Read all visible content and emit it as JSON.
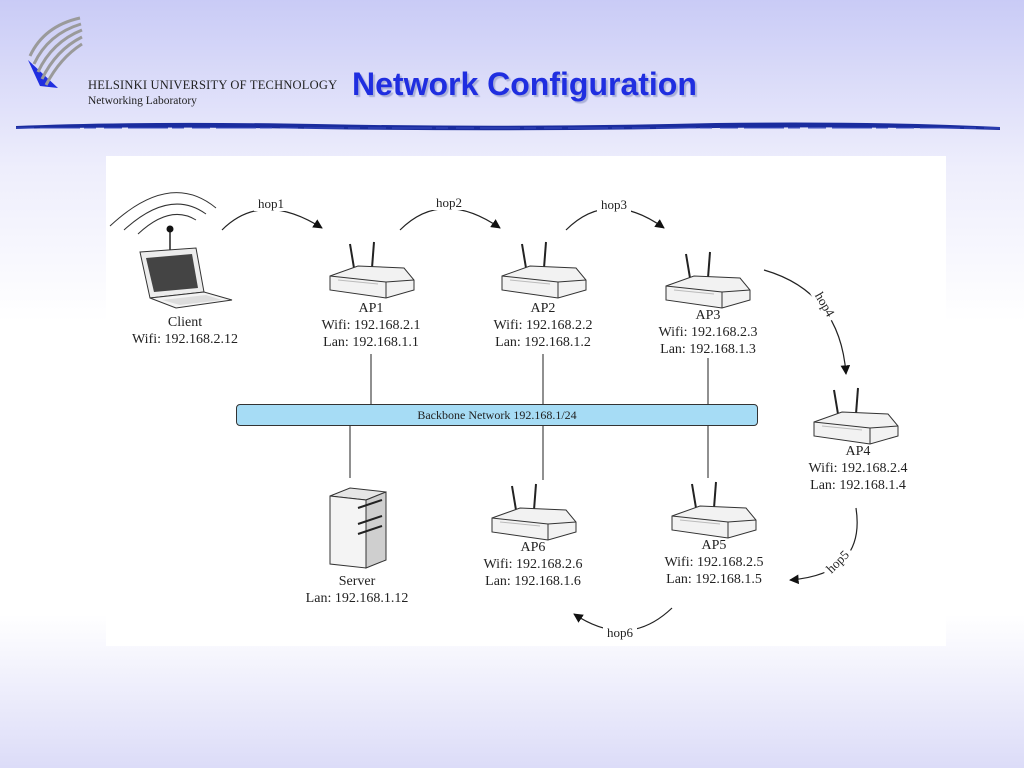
{
  "header": {
    "university": "HELSINKI UNIVERSITY OF TECHNOLOGY",
    "laboratory": "Networking Laboratory",
    "title": "Network Configuration"
  },
  "colors": {
    "title": "#1f2ee0",
    "backbone_fill": "#a6dcf5",
    "rule": "#1a2c9e"
  },
  "diagram": {
    "client": {
      "name": "Client",
      "wifi": "Wifi: 192.168.2.12"
    },
    "server": {
      "name": "Server",
      "lan": "Lan: 192.168.1.12"
    },
    "backbone": "Backbone Network 192.168.1/24",
    "aps": [
      {
        "name": "AP1",
        "wifi": "Wifi: 192.168.2.1",
        "lan": "Lan: 192.168.1.1"
      },
      {
        "name": "AP2",
        "wifi": "Wifi: 192.168.2.2",
        "lan": "Lan: 192.168.1.2"
      },
      {
        "name": "AP3",
        "wifi": "Wifi: 192.168.2.3",
        "lan": "Lan: 192.168.1.3"
      },
      {
        "name": "AP4",
        "wifi": "Wifi: 192.168.2.4",
        "lan": "Lan: 192.168.1.4"
      },
      {
        "name": "AP5",
        "wifi": "Wifi: 192.168.2.5",
        "lan": "Lan: 192.168.1.5"
      },
      {
        "name": "AP6",
        "wifi": "Wifi: 192.168.2.6",
        "lan": "Lan: 192.168.1.6"
      }
    ],
    "hops": [
      "hop1",
      "hop2",
      "hop3",
      "hop4",
      "hop5",
      "hop6"
    ]
  }
}
